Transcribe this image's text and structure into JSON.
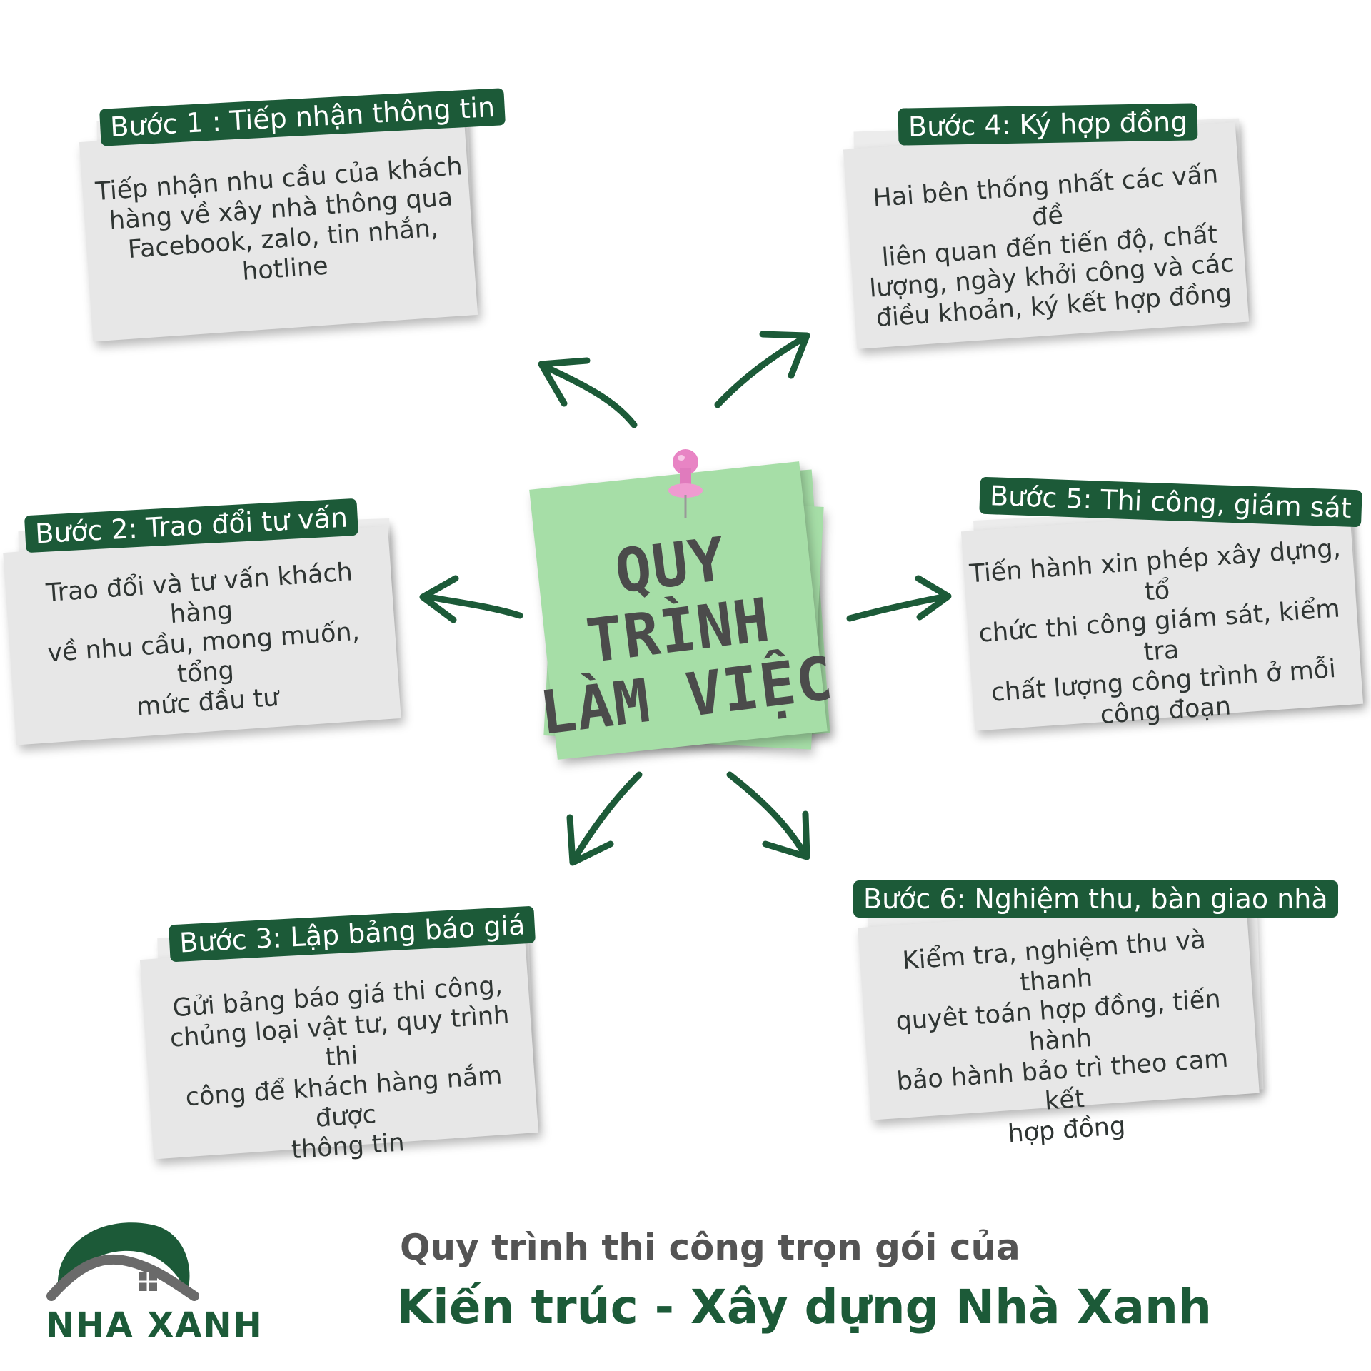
{
  "center": {
    "line1": "QUY TRÌNH",
    "line2": "LÀM VIỆC"
  },
  "steps": [
    {
      "title": "Bước 1 : Tiếp nhận thông tin",
      "body": [
        "Tiếp nhận nhu cầu của khách",
        "hàng về xây nhà thông qua",
        "Facebook, zalo, tin nhắn,",
        "hotline"
      ]
    },
    {
      "title": "Bước 2: Trao đổi tư vấn",
      "body": [
        "Trao đổi và tư vấn khách hàng",
        "về nhu cầu, mong muốn, tổng",
        "mức đầu tư"
      ]
    },
    {
      "title": "Bước 3: Lập bảng báo giá",
      "body": [
        "Gửi bảng báo giá thi công,",
        "chủng loại vật tư, quy trình thi",
        "công để khách hàng nắm được",
        "thông tin"
      ]
    },
    {
      "title": "Bước 4: Ký hợp đồng",
      "body": [
        "Hai bên thống nhất các vấn đề",
        "liên quan đến tiến độ, chất",
        "lượng, ngày khởi công và các",
        "điều khoản, ký kết hợp đồng"
      ]
    },
    {
      "title": "Bước 5: Thi công, giám sát",
      "body": [
        "Tiến hành xin phép xây dựng, tổ",
        "chức thi công giám sát, kiểm tra",
        "chất lượng công trình ở mỗi",
        "công đoạn"
      ]
    },
    {
      "title": "Bước 6: Nghiệm thu, bàn giao nhà",
      "body": [
        "Kiểm tra, nghiệm thu và thanh",
        "quyêt toán hợp đồng, tiến hành",
        "bảo hành bảo trì theo cam kết",
        "hợp đồng"
      ]
    }
  ],
  "footer": {
    "line1": "Quy trình thi công trọn gói của",
    "line2": "Kiến trúc - Xây dựng Nhà Xanh"
  },
  "logo": {
    "text": "NHA XANH"
  },
  "colors": {
    "green_dark": "#1c5a38",
    "note_green": "#a6dea7",
    "paper": "#e7e7e7",
    "pin": "#e884c4"
  }
}
